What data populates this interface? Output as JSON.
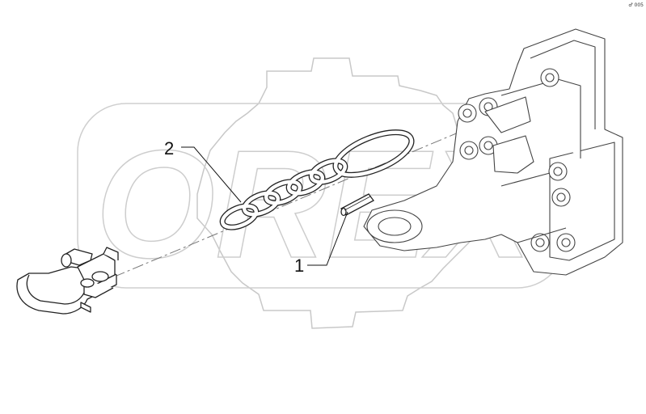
{
  "diagram": {
    "watermark_text": "OREX",
    "corner_code": "♂ 005",
    "callouts": [
      {
        "number": "1",
        "part": "pin"
      },
      {
        "number": "2",
        "part": "safety-chain"
      }
    ]
  }
}
